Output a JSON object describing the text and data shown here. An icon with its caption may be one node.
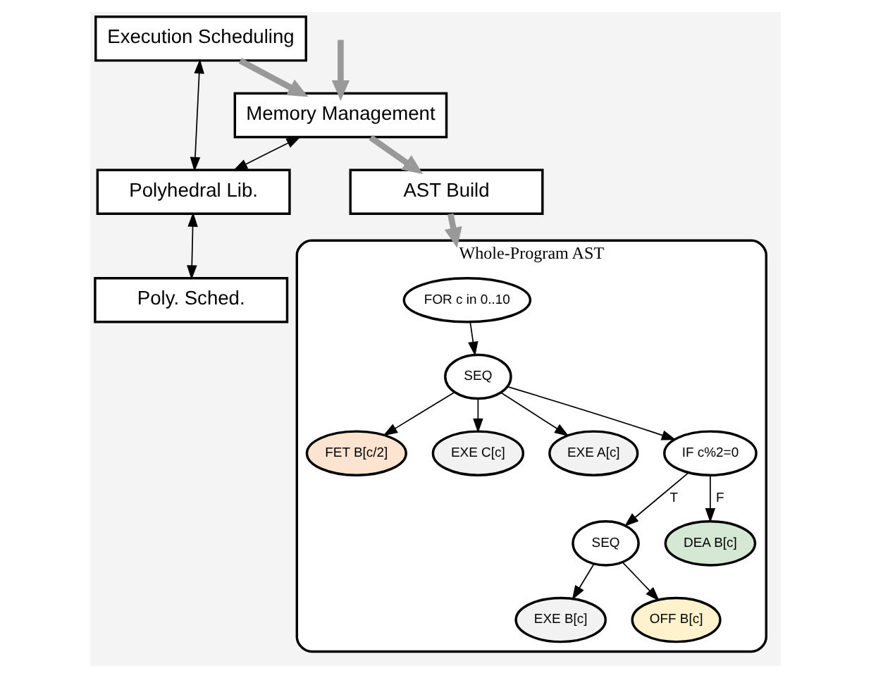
{
  "diagram": {
    "nodes": [
      {
        "text": [
          "Execution Scheduling"
        ]
      },
      {
        "text": [
          "Polyhedral Lib."
        ]
      },
      {
        "text": [
          "Poly. Sched."
        ]
      },
      {
        "text": [
          "Memory Management"
        ]
      },
      {
        "text": [
          "AST Build"
        ]
      },
      {
        "text": [
          "Whole-Program AST"
        ]
      },
      {
        "text": [
          "FOR c in 0..10"
        ],
        "in": 5
      },
      {
        "text": [
          "SEQ"
        ],
        "in": 5
      },
      {
        "text": [
          "FET B[c/2]"
        ],
        "in": 5
      },
      {
        "text": [
          "EXE C[c]"
        ],
        "in": 5
      },
      {
        "text": [
          "EXE A[c]"
        ],
        "in": 5
      },
      {
        "text": [
          "IF c%2=0"
        ],
        "in": 5
      },
      {
        "text": [
          "SEQ"
        ],
        "in": 5
      },
      {
        "text": [
          "DEA B[c]"
        ],
        "in": 5
      },
      {
        "text": [
          "EXE B[c]"
        ],
        "in": 5
      },
      {
        "text": [
          "OFF B[c]"
        ],
        "in": 5
      }
    ],
    "edges": [
      {
        "from": 0,
        "to": 1,
        "arrow": "both"
      },
      {
        "from": 1,
        "to": 2,
        "arrow": "both"
      },
      {
        "from": 3,
        "to": 1,
        "arrow": "both"
      },
      {
        "from": 0,
        "to": 3,
        "arrow": "to",
        "style": "thick",
        "color": "#999999"
      },
      {
        "from": null,
        "to": 3,
        "arrow": "to",
        "style": "thick",
        "color": "#999999"
      },
      {
        "from": 3,
        "to": 4,
        "arrow": "to",
        "style": "thick",
        "color": "#999999"
      },
      {
        "from": 4,
        "to": 5,
        "arrow": "to",
        "style": "thick",
        "color": "#999999"
      },
      {
        "from": 6,
        "to": 7,
        "arrow": "to"
      },
      {
        "from": 7,
        "to": 8,
        "arrow": "to"
      },
      {
        "from": 7,
        "to": 9,
        "arrow": "to"
      },
      {
        "from": 7,
        "to": 10,
        "arrow": "to"
      },
      {
        "from": 7,
        "to": 11,
        "arrow": "to"
      },
      {
        "from": 11,
        "to": 12,
        "arrow": "to",
        "label": "T"
      },
      {
        "from": 11,
        "to": 13,
        "arrow": "to",
        "label": "F"
      },
      {
        "from": 12,
        "to": 14,
        "arrow": "to"
      },
      {
        "from": 12,
        "to": 15,
        "arrow": "to"
      }
    ]
  }
}
